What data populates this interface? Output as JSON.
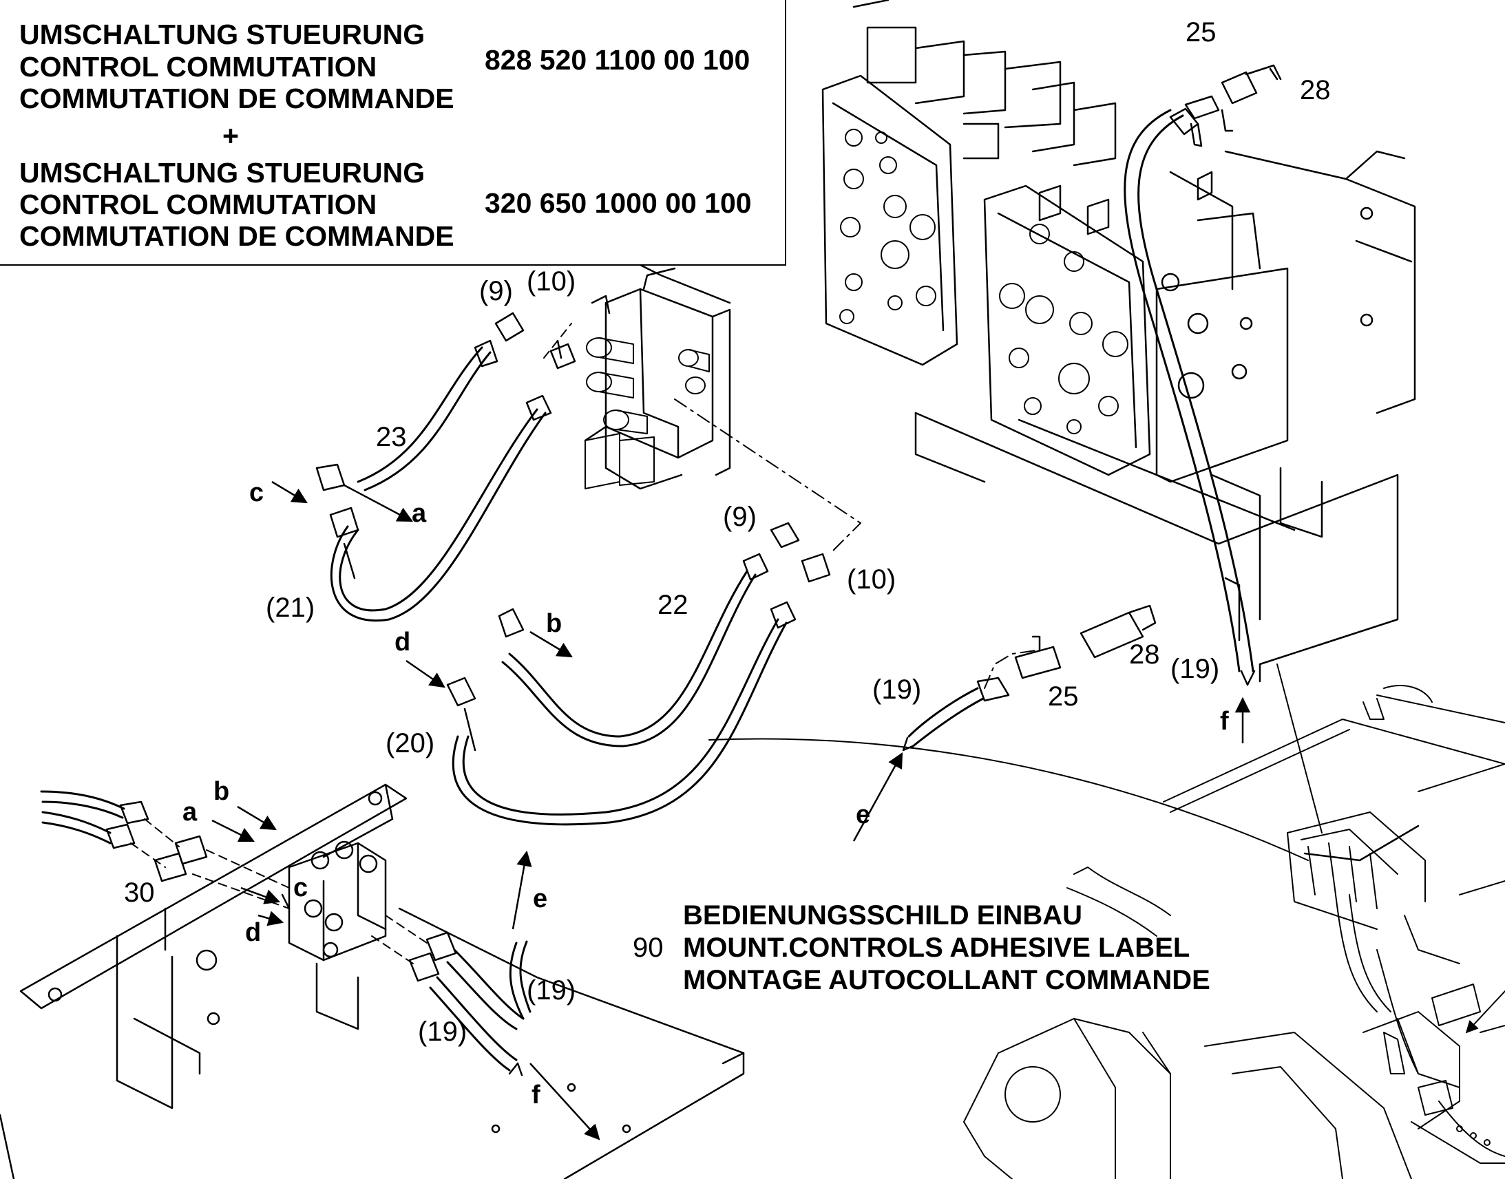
{
  "header_block": {
    "group1": {
      "lines": [
        "UMSCHALTUNG STUEURUNG",
        "CONTROL COMMUTATION",
        "COMMUTATION DE COMMANDE"
      ],
      "part_number": "828 520 1100 00 100"
    },
    "separator": "+",
    "group2": {
      "lines": [
        "UMSCHALTUNG STUEURUNG",
        "CONTROL COMMUTATION",
        "COMMUTATION DE COMMANDE"
      ],
      "part_number": "320 650 1000 00 100"
    }
  },
  "callouts": {
    "c9_top": "(9)",
    "c10_top": "(10)",
    "c25_top": "25",
    "c28_top": "28",
    "c23": "23",
    "c21": "(21)",
    "c9_mid": "(9)",
    "c10_mid": "(10)",
    "c22": "22",
    "c20": "(20)",
    "c19_a": "(19)",
    "c25_mid": "25",
    "c28_mid": "28",
    "c19_b": "(19)",
    "c30": "30",
    "c19_c": "(19)",
    "c19_d": "(19)"
  },
  "letters": {
    "c_top": "c",
    "a_top": "a",
    "b_mid": "b",
    "d_mid": "d",
    "e_mid": "e",
    "f_right": "f",
    "b_left": "b",
    "a_left": "a",
    "c_left": "c",
    "d_left": "d",
    "e_low": "e",
    "f_low": "f"
  },
  "install_note": {
    "number": "90",
    "lines": [
      "BEDIENUNGSSCHILD EINBAU",
      "MOUNT.CONTROLS ADHESIVE LABEL",
      "MONTAGE AUTOCOLLANT COMMANDE"
    ]
  }
}
